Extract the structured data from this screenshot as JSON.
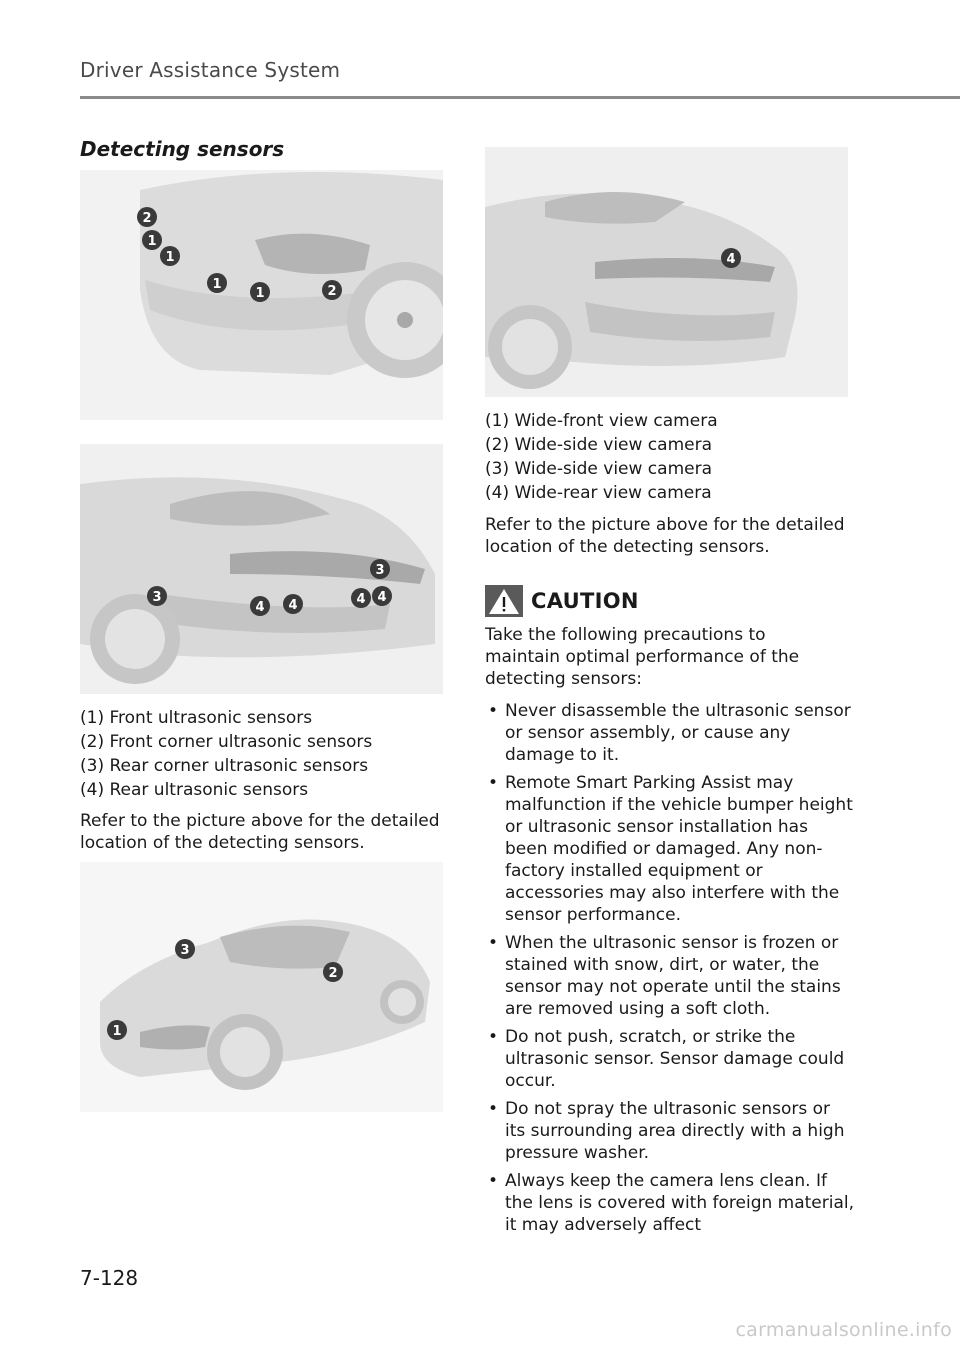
{
  "header": {
    "title": "Driver Assistance System"
  },
  "section_title": "Detecting sensors",
  "figures": {
    "front": {
      "badges": [
        "2",
        "1",
        "1",
        "1",
        "1",
        "2"
      ]
    },
    "rear": {
      "badges": [
        "3",
        "3",
        "4",
        "4",
        "4",
        "4"
      ]
    },
    "side": {
      "badges": [
        "3",
        "2",
        "1"
      ]
    },
    "rear_camera": {
      "badges": [
        "4"
      ]
    }
  },
  "sensor_list": [
    "(1) Front ultrasonic sensors",
    "(2) Front corner ultrasonic sensors",
    "(3) Rear corner ultrasonic sensors",
    "(4) Rear ultrasonic sensors"
  ],
  "sensor_refer": "Refer to the picture above for the detailed location of the detecting sensors.",
  "camera_list": [
    "(1) Wide-front view camera",
    "(2) Wide-side view camera",
    "(3) Wide-side view camera",
    "(4) Wide-rear view camera"
  ],
  "camera_refer": "Refer to the picture above for the detailed location of the detecting sensors.",
  "caution": {
    "icon": "warning-triangle-icon",
    "label": "CAUTION",
    "intro": "Take the following precautions to maintain optimal performance of the detecting sensors:",
    "bullets": [
      "Never disassemble the ultrasonic sensor or sensor assembly, or cause any damage to it.",
      "Remote Smart Parking Assist may malfunction if the vehicle bumper height or ultrasonic sensor installation has been modified or damaged. Any non-factory installed equipment or accessories may also interfere with the sensor performance.",
      "When the ultrasonic sensor is frozen or stained with snow, dirt, or water, the sensor may not operate until the stains are removed using a soft cloth.",
      "Do not push, scratch, or strike the ultrasonic sensor. Sensor damage could occur.",
      "Do not spray the ultrasonic sensors or its surrounding area directly with a high pressure washer.",
      "Always keep the camera lens clean. If the lens is covered with foreign material, it may adversely affect"
    ]
  },
  "page_number": "7-128",
  "watermark": "carmanualsonline.info"
}
